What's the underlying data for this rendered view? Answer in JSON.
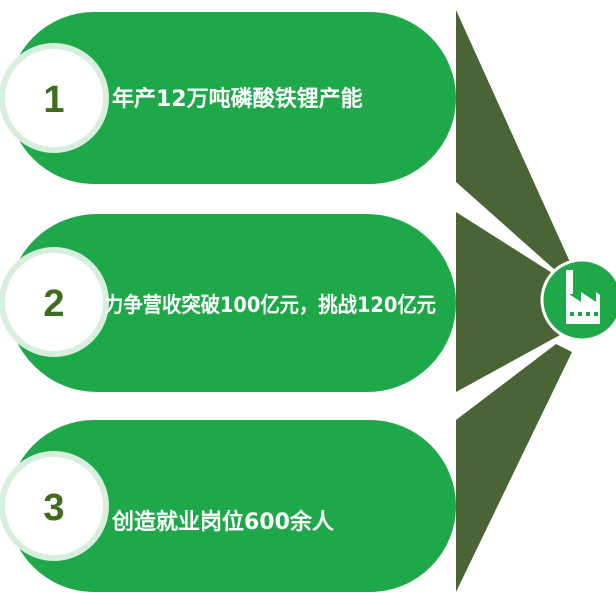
{
  "colors": {
    "bar": "#1fa84a",
    "funnel": "#4a6436",
    "circle_fill": "#ffffff",
    "circle_ring": "#d9efde",
    "number": "#3e6e1e",
    "hub": "#1fa84a",
    "icon": "#ffffff"
  },
  "hub": {
    "icon": "factory-icon"
  },
  "items": [
    {
      "number": "1",
      "text": "年产12万吨磷酸铁锂产能"
    },
    {
      "number": "2",
      "text": "力争营收突破100亿元，挑战120亿元"
    },
    {
      "number": "3",
      "text": "创造就业岗位600余人"
    }
  ]
}
